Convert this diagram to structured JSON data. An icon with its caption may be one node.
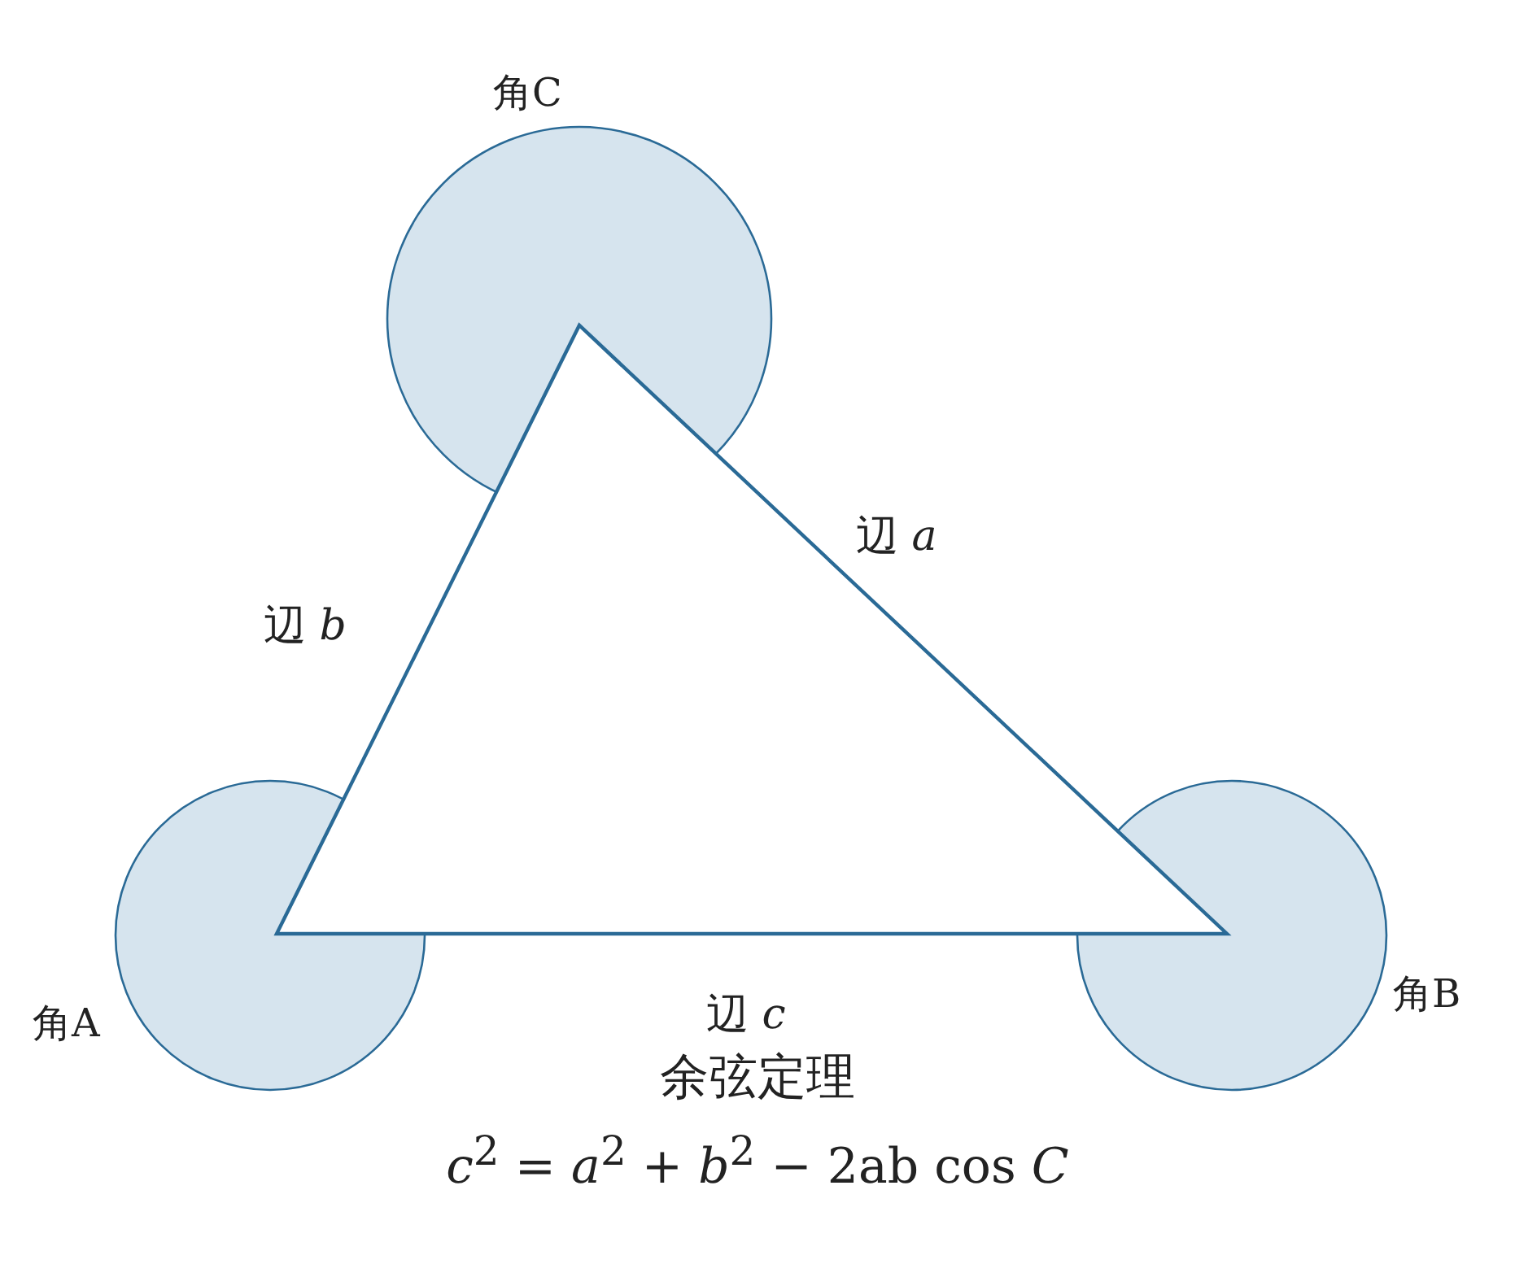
{
  "diagram": {
    "title": "余弦定理",
    "caption": "*c*$^{2}$ = *a*$^{2}$ + *b*$^{2}$ − 2ab cos *C*",
    "labels": [
      "角C",
      "辺 *a*",
      "辺 *b*",
      "角B",
      "辺 *c*",
      "角A"
    ]
  }
}
